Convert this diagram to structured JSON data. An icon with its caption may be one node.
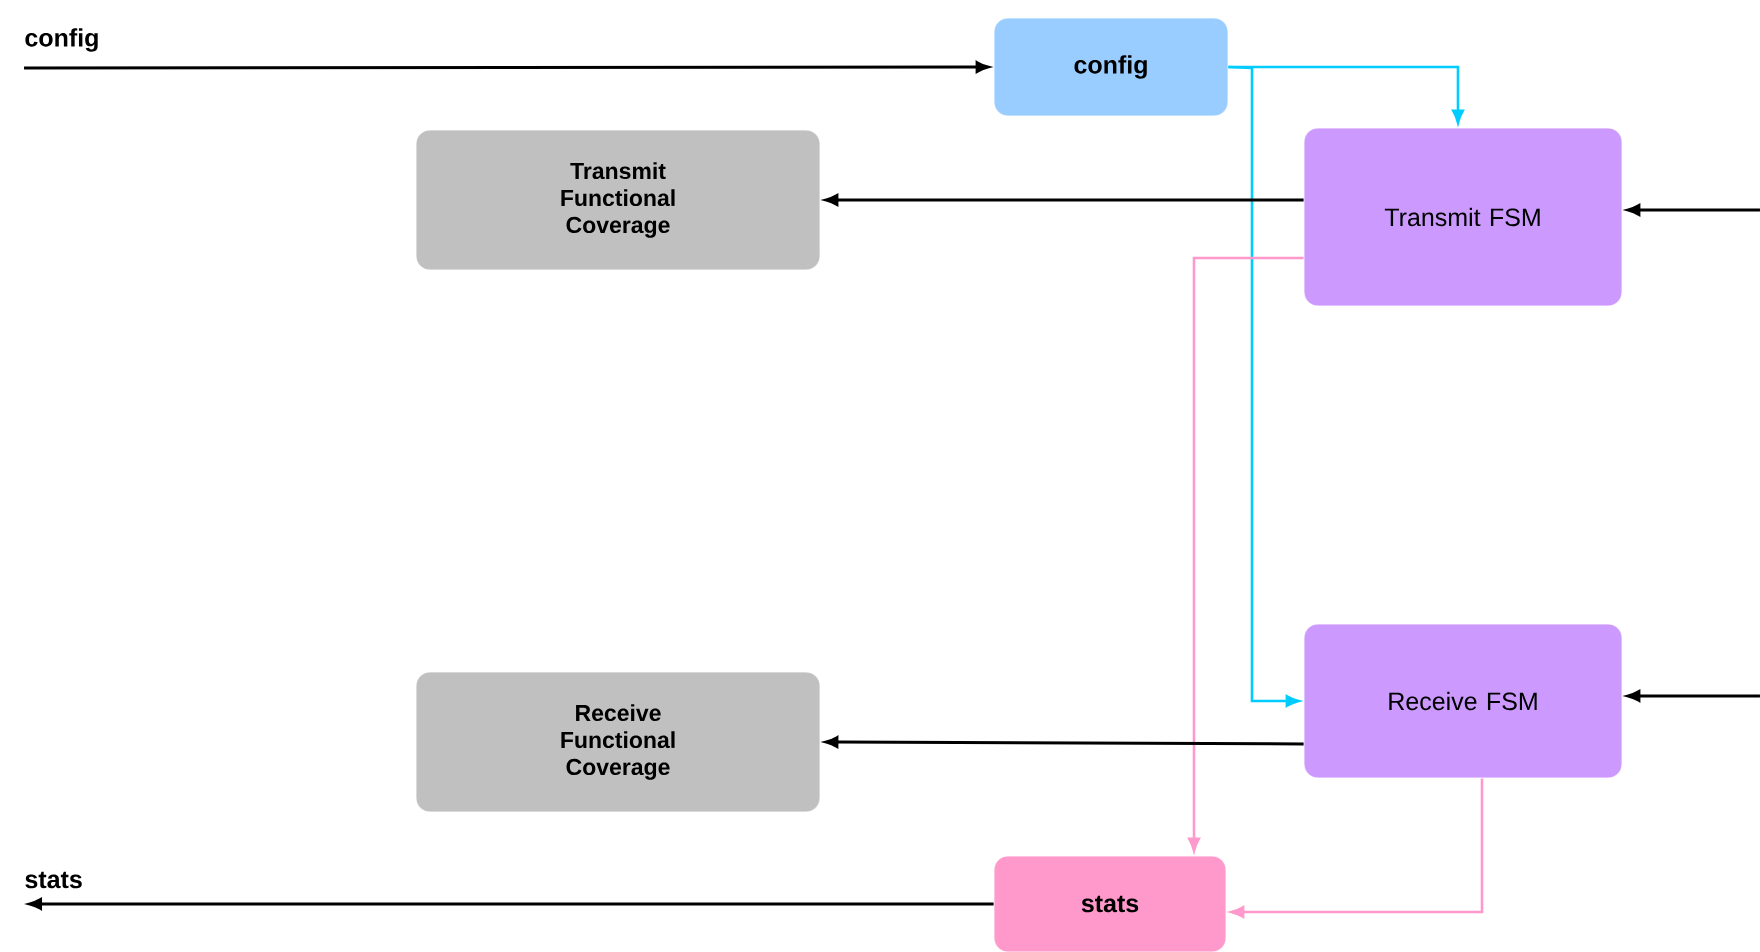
{
  "diagram": {
    "nodes": [
      {
        "text": [
          "config"
        ]
      },
      {
        "text": [
          "Transmit Functional Coverage"
        ]
      },
      {
        "text": [
          "Transmit FSM"
        ]
      },
      {
        "text": [
          "Receive FSM"
        ]
      },
      {
        "text": [
          "Receive Functional Coverage"
        ]
      },
      {
        "text": [
          "stats"
        ]
      }
    ],
    "edges": [
      {
        "from": null,
        "to": 0,
        "arrow": "to",
        "label": "config"
      },
      {
        "from": 0,
        "to": 2,
        "arrow": "to",
        "color": "#00ccff"
      },
      {
        "from": 0,
        "to": 3,
        "arrow": "to",
        "color": "#00ccff"
      },
      {
        "from": null,
        "to": 2,
        "arrow": "to"
      },
      {
        "from": 2,
        "to": 1,
        "arrow": "to"
      },
      {
        "from": 2,
        "to": 5,
        "arrow": "to",
        "color": "#ff99cc"
      },
      {
        "from": null,
        "to": 3,
        "arrow": "to"
      },
      {
        "from": 3,
        "to": 4,
        "arrow": "to"
      },
      {
        "from": 3,
        "to": 5,
        "arrow": "to",
        "color": "#ff99cc"
      },
      {
        "from": 5,
        "to": null,
        "arrow": "to",
        "label": "stats"
      }
    ]
  }
}
